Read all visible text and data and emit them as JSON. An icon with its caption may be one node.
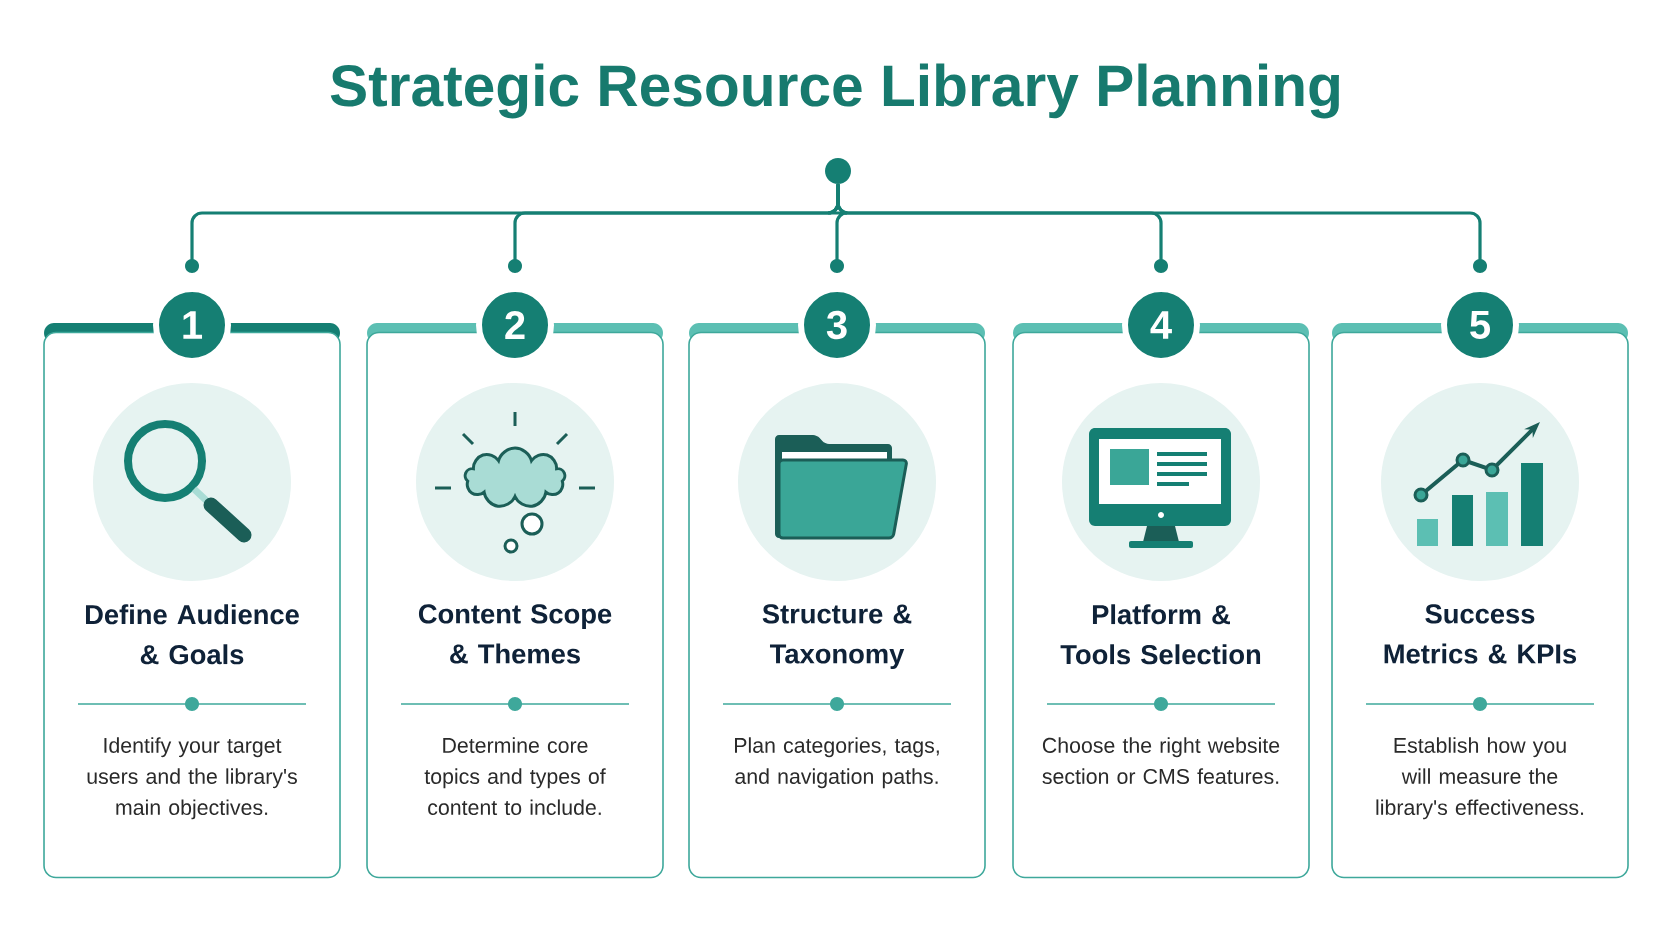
{
  "diagram": {
    "title": "Strategic Resource Library Planning",
    "nodes": [
      {
        "text": [],
        "shape": "circle"
      },
      {
        "text": [
          "1"
        ]
      },
      {
        "text": [
          "Define Audience & Goals",
          "Identify your target users and the library's main objectives."
        ]
      },
      {
        "text": [
          "2"
        ]
      },
      {
        "text": [
          "Content Scope & Themes",
          "Determine core topics and types of content to include."
        ]
      },
      {
        "text": [
          "3"
        ]
      },
      {
        "text": [
          "Structure & Taxonomy",
          "Plan categories, tags, and navigation paths."
        ]
      },
      {
        "text": [
          "4"
        ]
      },
      {
        "text": [
          "Platform & Tools Selection",
          "Choose the right website section or CMS features."
        ]
      },
      {
        "text": [
          "5"
        ]
      },
      {
        "text": [
          "Success Metrics & KPIs",
          "Establish how you will measure the library's effectiveness."
        ]
      }
    ],
    "edges": [
      {
        "from": 0,
        "to": 1,
        "arrow": "other"
      },
      {
        "from": 0,
        "to": 3,
        "arrow": "other"
      },
      {
        "from": 0,
        "to": 5,
        "arrow": "other"
      },
      {
        "from": 0,
        "to": 7,
        "arrow": "other"
      },
      {
        "from": 0,
        "to": 9,
        "arrow": "other"
      }
    ]
  }
}
